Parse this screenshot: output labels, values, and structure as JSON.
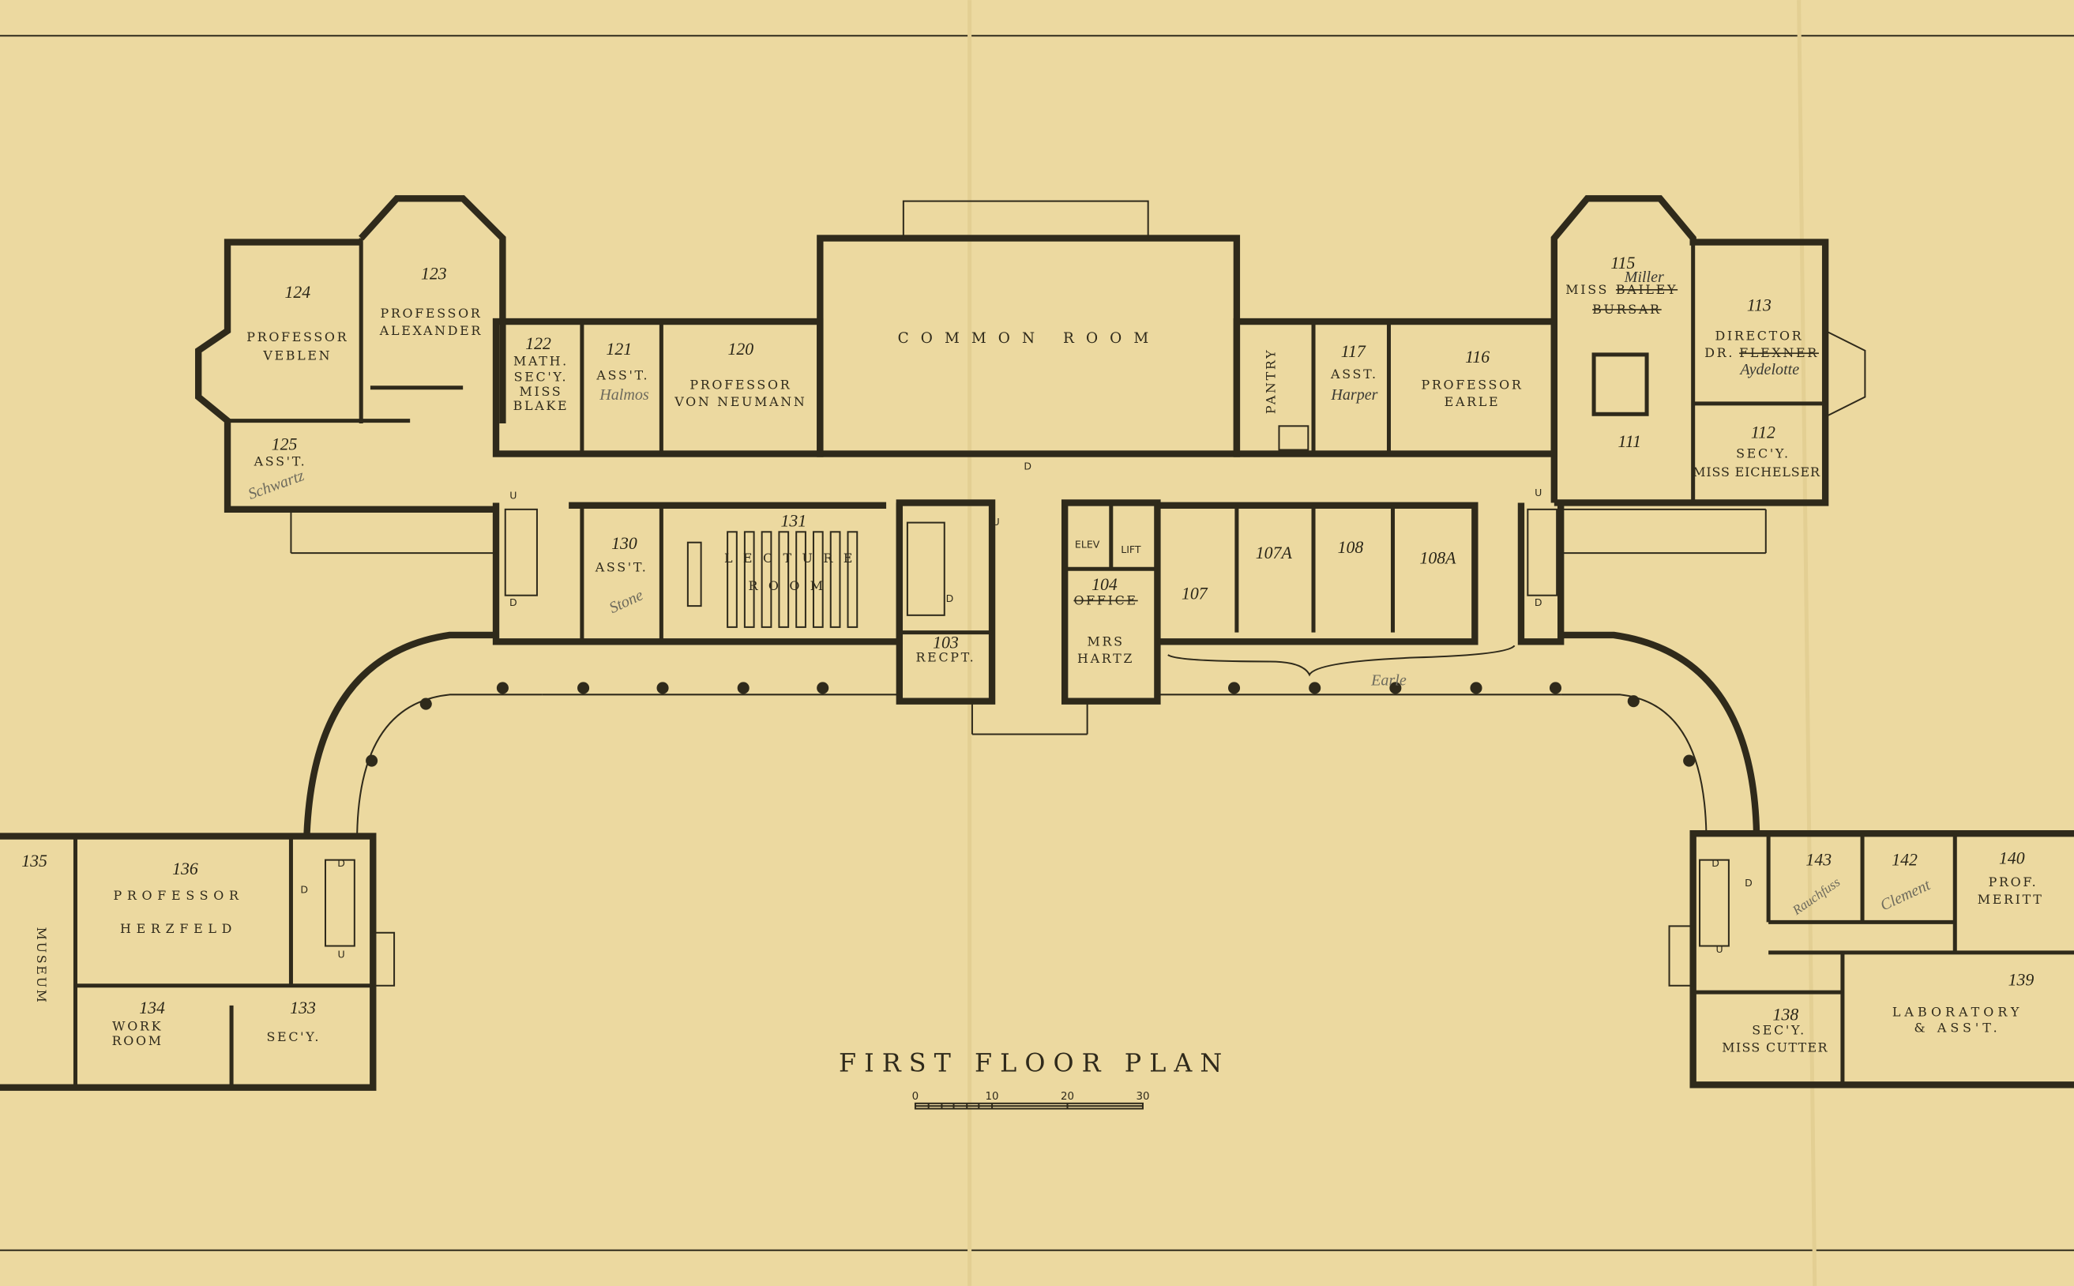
{
  "title": "FIRST FLOOR PLAN",
  "scale_bar": {
    "ticks": [
      "0",
      "10",
      "20",
      "30"
    ]
  },
  "colors": {
    "paper": "#ecd9a0",
    "ink": "#2f2a1b",
    "pencil": "#6d6a5c"
  },
  "stair_up": "U",
  "stair_down": "D",
  "labels": {
    "common_room": "COMMON ROOM",
    "pantry": "PANTRY",
    "elev": "ELEV",
    "lift": "LIFT",
    "museum": "MUSEUM",
    "lecture": "LECTURE",
    "room": "ROOM"
  },
  "rooms": {
    "r124": {
      "number": "124",
      "line1": "PROFESSOR",
      "line2": "VEBLEN"
    },
    "r123": {
      "number": "123",
      "line1": "PROFESSOR",
      "line2": "ALEXANDER"
    },
    "r122": {
      "number": "122",
      "line1": "MATH.",
      "line2": "SEC'Y.",
      "line3": "MISS",
      "line4": "BLAKE"
    },
    "r121": {
      "number": "121",
      "line1": "ASS'T.",
      "hand": "Halmos"
    },
    "r120": {
      "number": "120",
      "line1": "PROFESSOR",
      "line2": "VON NEUMANN"
    },
    "r125": {
      "number": "125",
      "line1": "ASS'T.",
      "hand": "Schwartz"
    },
    "r130": {
      "number": "130",
      "line1": "ASS'T.",
      "hand": "Stone"
    },
    "r131": {
      "number": "131"
    },
    "r103": {
      "number": "103",
      "line1": "RECPT."
    },
    "r104": {
      "number": "104",
      "struck": "OFFICE",
      "line1": "MRS",
      "line2": "HARTZ"
    },
    "r107": {
      "number": "107"
    },
    "r107a": {
      "number": "107A"
    },
    "r108": {
      "number": "108"
    },
    "r108a": {
      "number": "108A"
    },
    "r117": {
      "number": "117",
      "line1": "ASST.",
      "hand": "Harper"
    },
    "r116": {
      "number": "116",
      "line1": "PROFESSOR",
      "line2": "EARLE"
    },
    "r115": {
      "number": "115",
      "line1": "MISS",
      "struck": "BAILEY",
      "hand": "Miller",
      "struck2": "BURSAR"
    },
    "r113": {
      "number": "113",
      "line1": "DIRECTOR",
      "line2": "DR.",
      "struck": "FLEXNER",
      "hand": "Aydelotte"
    },
    "r112": {
      "number": "112",
      "line1": "SEC'Y.",
      "line2": "MISS EICHELSER"
    },
    "r111": {
      "number": "111"
    },
    "r135": {
      "number": "135"
    },
    "r136": {
      "number": "136",
      "line1": "PROFESSOR",
      "line2": "HERZFELD"
    },
    "r134": {
      "number": "134",
      "line1": "WORK",
      "line2": "ROOM"
    },
    "r133": {
      "number": "133",
      "line1": "SEC'Y."
    },
    "r143": {
      "number": "143",
      "hand": "Rauchfuss"
    },
    "r142": {
      "number": "142",
      "hand": "Clement"
    },
    "r140": {
      "number": "140",
      "line1": "PROF.",
      "line2": "MERITT"
    },
    "r138": {
      "number": "138",
      "line1": "SEC'Y.",
      "line2": "MISS CUTTER"
    },
    "r139": {
      "number": "139",
      "line1": "LABORATORY",
      "line2": "& ASS'T."
    }
  },
  "annotation_earle": "Earle"
}
